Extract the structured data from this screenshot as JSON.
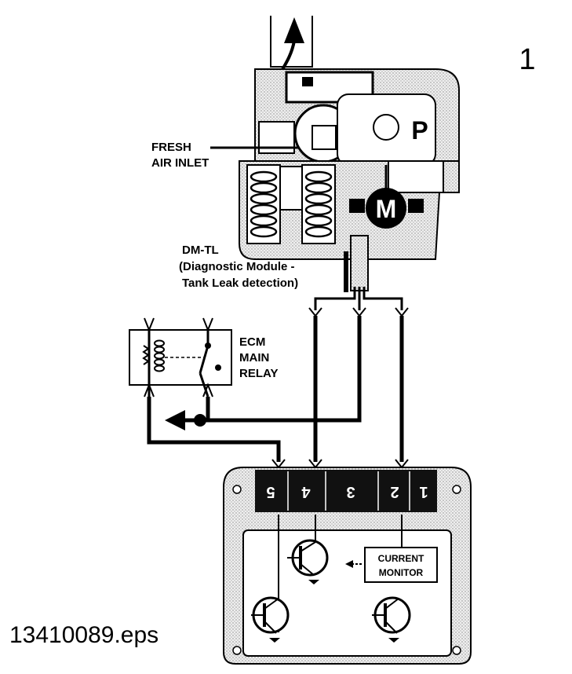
{
  "figure_number": "1",
  "file_label": "13410089.eps",
  "labels": {
    "fresh_air_inlet_line1": "FRESH",
    "fresh_air_inlet_line2": "AIR INLET",
    "pump": "P",
    "motor": "M",
    "dmtl_line1": "DM-TL",
    "dmtl_line2": "(Diagnostic Module -",
    "dmtl_line3": "Tank Leak detection)",
    "relay_line1": "ECM",
    "relay_line2": "MAIN",
    "relay_line3": "RELAY",
    "current_monitor_line1": "CURRENT",
    "current_monitor_line2": "MONITOR"
  },
  "ecm_pins": [
    "5",
    "4",
    "3",
    "2",
    "1"
  ],
  "colors": {
    "ink": "#000000",
    "shade": "#d9d9d9",
    "paper": "#ffffff"
  }
}
